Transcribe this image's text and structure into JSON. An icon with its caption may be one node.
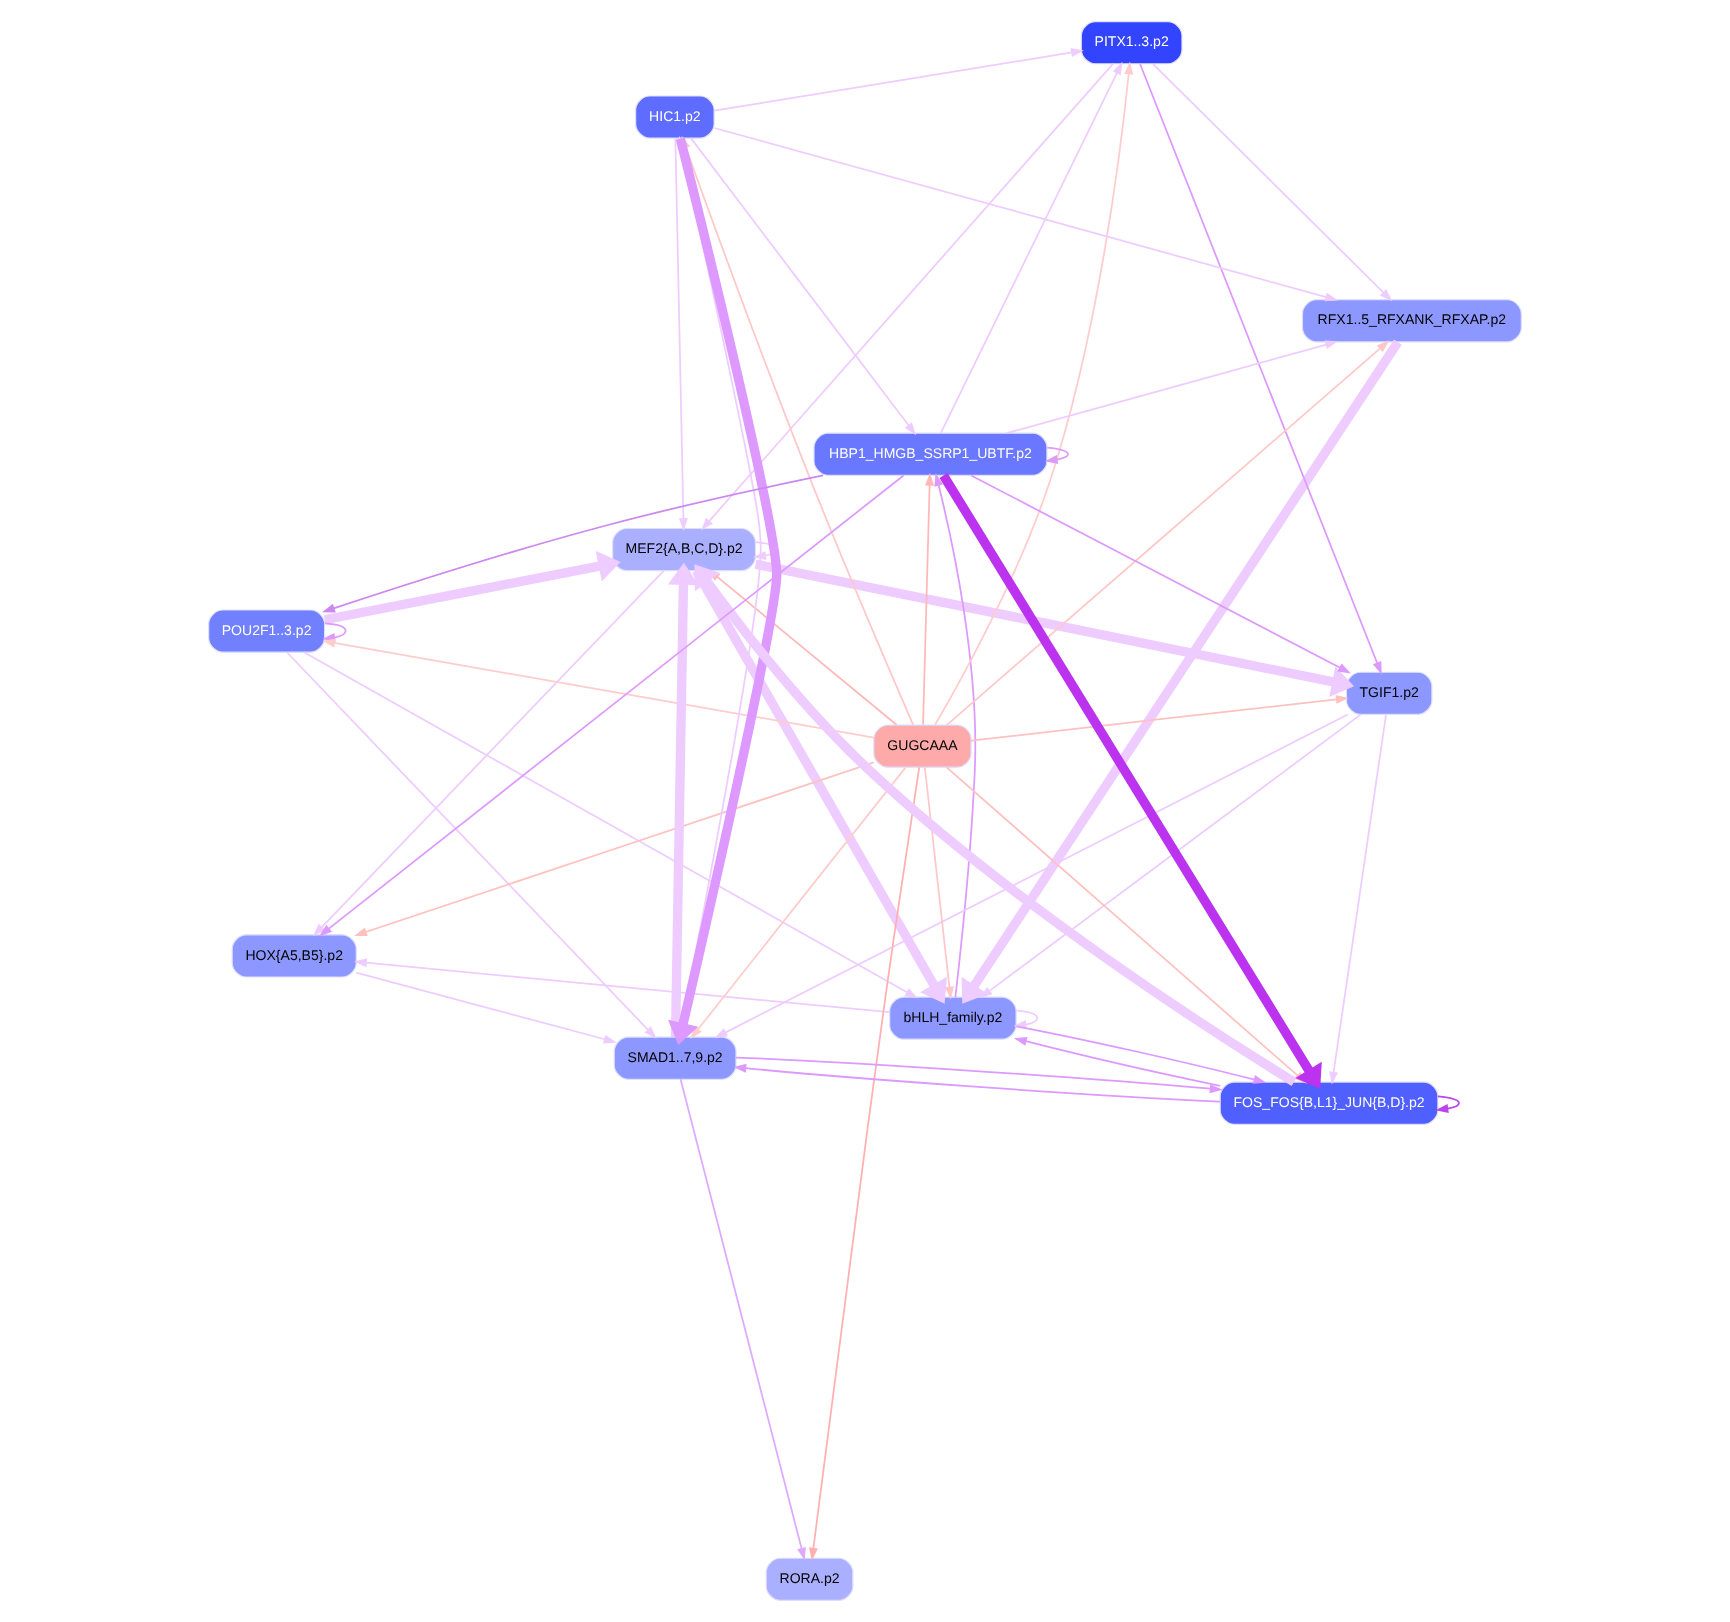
{
  "diagram": {
    "nodes": [
      {
        "text": [
          "MEF2{A,B,C,D}.p2"
        ]
      },
      {
        "text": [
          "RFX1..5_RFXANK_RFXAP.p2"
        ]
      },
      {
        "text": [
          "bHLH_family.p2"
        ]
      },
      {
        "text": [
          "TGIF1.p2"
        ]
      },
      {
        "text": [
          "POU2F1..3.p2"
        ]
      },
      {
        "text": [
          "PITX1..3.p2"
        ]
      },
      {
        "text": [
          "GUGCAAA"
        ]
      },
      {
        "text": [
          "SMAD1..7,9.p2"
        ]
      },
      {
        "text": [
          "HIC1.p2"
        ]
      },
      {
        "text": [
          "FOS_FOS{B,L1}_JUN{B,D}.p2"
        ]
      },
      {
        "text": [
          "RORA.p2"
        ]
      },
      {
        "text": [
          "HOX{A5,B5}.p2"
        ]
      },
      {
        "text": [
          "HBP1_HMGB_SSRP1_UBTF.p2"
        ]
      }
    ],
    "edges": [
      {
        "from": 6,
        "to": 0,
        "arrow": "to",
        "color": "#ffb8b8"
      },
      {
        "from": 6,
        "to": 1,
        "arrow": "to",
        "color": "#ffc8c8"
      },
      {
        "from": 6,
        "to": 2,
        "arrow": "to",
        "color": "#ffc8c8"
      },
      {
        "from": 6,
        "to": 3,
        "arrow": "to",
        "color": "#ffc0c0"
      },
      {
        "from": 6,
        "to": 4,
        "arrow": "to",
        "color": "#ffcccc"
      },
      {
        "from": 6,
        "to": 5,
        "arrow": "to",
        "color": "#ffcccc"
      },
      {
        "from": 6,
        "to": 7,
        "arrow": "to",
        "color": "#ffcccc"
      },
      {
        "from": 6,
        "to": 8,
        "arrow": "to",
        "color": "#ffc8c8"
      },
      {
        "from": 6,
        "to": 9,
        "arrow": "to",
        "color": "#ffc0c0"
      },
      {
        "from": 6,
        "to": 10,
        "arrow": "to",
        "color": "#ffb0b0"
      },
      {
        "from": 6,
        "to": 11,
        "arrow": "to",
        "color": "#ffc0c0"
      },
      {
        "from": 6,
        "to": 12,
        "arrow": "to",
        "color": "#ffb8b8"
      },
      {
        "from": 0,
        "to": 0,
        "arrow": "to"
      },
      {
        "from": 2,
        "to": 2,
        "arrow": "to"
      },
      {
        "from": 4,
        "to": 4,
        "arrow": "to",
        "color": "#dd99ff"
      },
      {
        "from": 9,
        "to": 9,
        "arrow": "to",
        "color": "#bb44ee"
      },
      {
        "from": 12,
        "to": 12,
        "arrow": "to",
        "color": "#dd99ff"
      },
      {
        "from": 12,
        "to": 9,
        "arrow": "to",
        "style": "thick",
        "color": "#bb33ee"
      },
      {
        "from": 12,
        "to": 11,
        "arrow": "to",
        "color": "#dd99ff"
      },
      {
        "from": 12,
        "to": 3,
        "arrow": "to",
        "color": "#dd99ff"
      },
      {
        "from": 5,
        "to": 3,
        "arrow": "to",
        "color": "#dd99ff"
      },
      {
        "from": 8,
        "to": 5,
        "arrow": "to"
      },
      {
        "from": 12,
        "to": 5,
        "arrow": "to"
      },
      {
        "from": 8,
        "to": 7,
        "arrow": "to",
        "style": "thick",
        "color": "#dd99ff"
      },
      {
        "from": 7,
        "to": 8,
        "arrow": "to"
      },
      {
        "from": 7,
        "to": 10,
        "arrow": "to",
        "color": "#ddaaff"
      },
      {
        "from": 8,
        "to": 12,
        "arrow": "to"
      },
      {
        "from": 4,
        "to": 7,
        "arrow": "to"
      },
      {
        "from": 9,
        "to": 7,
        "arrow": "to",
        "color": "#dd99ff"
      },
      {
        "from": 7,
        "to": 9,
        "arrow": "to",
        "color": "#dd99ff"
      },
      {
        "from": 11,
        "to": 7,
        "arrow": "to"
      },
      {
        "from": 9,
        "to": 2,
        "arrow": "to",
        "color": "#dd99ff"
      },
      {
        "from": 9,
        "to": 0,
        "arrow": "to",
        "style": "thick"
      },
      {
        "from": 7,
        "to": 0,
        "arrow": "to",
        "style": "thick"
      },
      {
        "from": 4,
        "to": 2,
        "arrow": "to"
      },
      {
        "from": 4,
        "to": 0,
        "arrow": "to",
        "style": "thick"
      },
      {
        "from": 0,
        "to": 2,
        "arrow": "to",
        "style": "thick"
      },
      {
        "from": 1,
        "to": 2,
        "arrow": "to",
        "style": "thick"
      },
      {
        "from": 0,
        "to": 3,
        "arrow": "to",
        "style": "thick"
      },
      {
        "from": 3,
        "to": 2,
        "arrow": "to"
      },
      {
        "from": 2,
        "to": 12,
        "arrow": "to",
        "color": "#dd99ff"
      },
      {
        "from": 12,
        "to": 4,
        "arrow": "to",
        "color": "#cc88ee"
      },
      {
        "from": 12,
        "to": 1,
        "arrow": "to"
      },
      {
        "from": 5,
        "to": 0,
        "arrow": "to"
      },
      {
        "from": 5,
        "to": 1,
        "arrow": "to"
      },
      {
        "from": 8,
        "to": 1,
        "arrow": "to"
      },
      {
        "from": 0,
        "to": 11,
        "arrow": "to"
      },
      {
        "from": 3,
        "to": 7,
        "arrow": "to"
      },
      {
        "from": 3,
        "to": 9,
        "arrow": "to"
      },
      {
        "from": 2,
        "to": 9,
        "arrow": "to",
        "color": "#dd99ff"
      },
      {
        "from": 2,
        "to": 11,
        "arrow": "to"
      },
      {
        "from": 8,
        "to": 0,
        "arrow": "to"
      }
    ]
  }
}
